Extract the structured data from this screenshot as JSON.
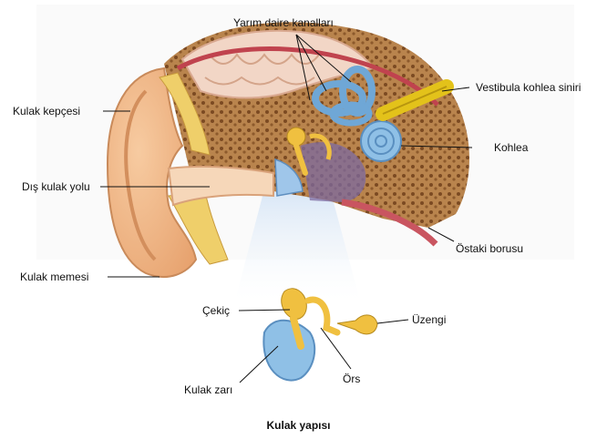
{
  "diagram": {
    "caption": "Kulak yapısı",
    "labels": {
      "semicircular_canals": "Yarım daire kanalları",
      "vestibulocochlear_nerve": "Vestibula kohlea siniri",
      "pinna": "Kulak kepçesi",
      "ear_canal": "Dış kulak yolu",
      "cochlea": "Kohlea",
      "eustachian_tube": "Östaki borusu",
      "earlobe": "Kulak memesi",
      "malleus": "Çekiç",
      "stapes": "Üzengi",
      "incus": "Örs",
      "eardrum": "Kulak zarı"
    }
  },
  "colors": {
    "skin": "#f1b88a",
    "bone": "#c98b4e",
    "fat": "#efcf6a",
    "canal": "#f6d7b9",
    "inner_ear": "#8fc0e6",
    "ossicles": "#f0c040",
    "nerve": "#e3c21a",
    "tube": "#c95560"
  }
}
